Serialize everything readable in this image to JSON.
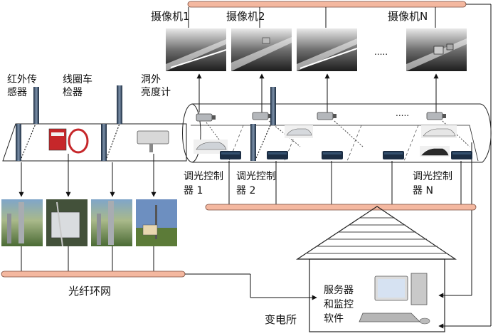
{
  "cameras": {
    "cam1": "摄像机1",
    "cam2": "摄像机2",
    "camN": "摄像机N",
    "ellipsis": "....."
  },
  "sensors": {
    "infrared": [
      "红外传",
      "感器"
    ],
    "loop_detector": [
      "线圈车",
      "检器"
    ],
    "luminance_meter": [
      "洞外",
      "亮度计"
    ]
  },
  "controllers": {
    "c1": [
      "调光控制",
      "器 1"
    ],
    "c2": [
      "调光控制",
      "器 2"
    ],
    "cN": [
      "调光控制",
      "器 N"
    ],
    "ellipsis": "....."
  },
  "network": "光纤环网",
  "substation": "变电所",
  "server": [
    "服务器",
    "和监控",
    "软件"
  ],
  "colors": {
    "bus": "#f4b8a0",
    "bus_border": "#7a4a3a",
    "line": "#111111",
    "device": "#1c2e44"
  }
}
